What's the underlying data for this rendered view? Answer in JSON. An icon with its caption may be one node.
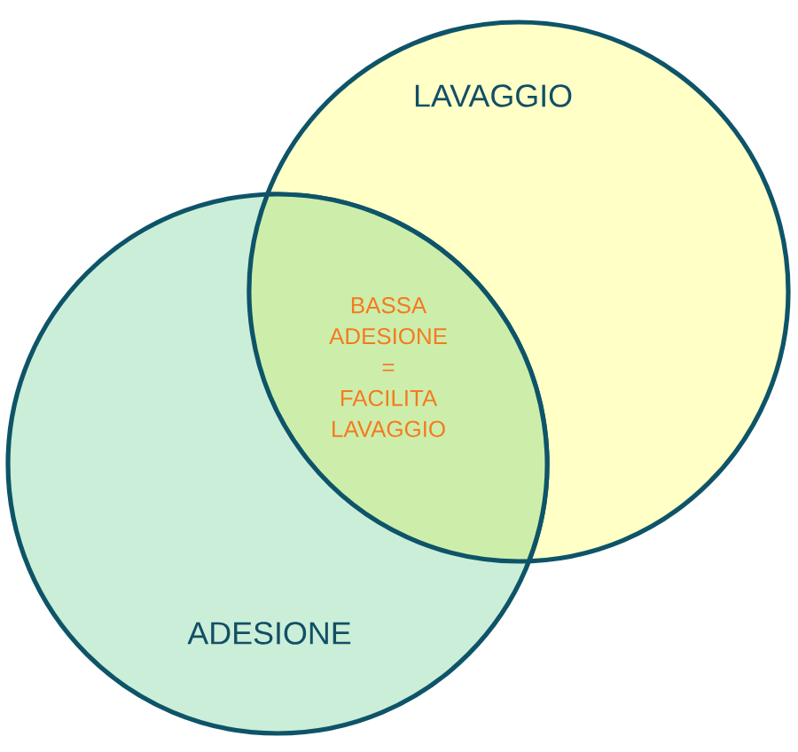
{
  "diagram": {
    "nodes": [
      {
        "text": [
          "LAVAGGIO"
        ]
      },
      {
        "text": [
          "ADESIONE"
        ]
      },
      {
        "text": [
          "BASSA ADESIONE = FACILITA LAVAGGIO"
        ]
      }
    ]
  }
}
